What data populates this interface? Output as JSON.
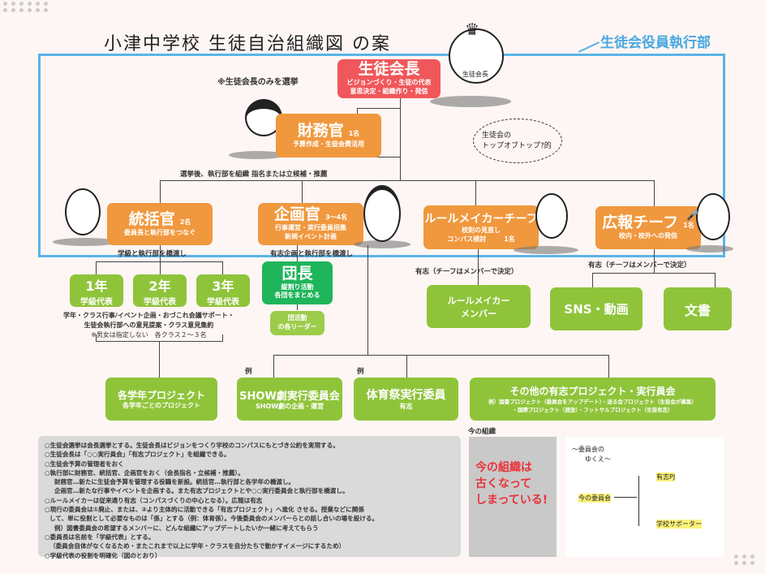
{
  "title": "小津中学校 生徒自治組織図 の案",
  "exec_label": "生徒会役員執行部",
  "election_note": "※生徒会長のみを選挙",
  "president": {
    "title": "生徒会長",
    "desc1": "ビジョンづくり・生徒の代表",
    "desc2": "意思決定・組織作り・発信",
    "badge": "生徒会長"
  },
  "speech_bubble": {
    "line1": "生徒会の",
    "line2": "トップオブトップ?的"
  },
  "treasurer": {
    "title": "財務官",
    "count": "1名",
    "desc": "予算作成・生徒会費活用"
  },
  "organize_note": "選挙後、執行部を組織 指名または立候補・推薦",
  "coordinator": {
    "title": "統括官",
    "count": "2名",
    "desc": "委員長と執行部をつなぐ",
    "bridge": "学級と執行部を橋渡し"
  },
  "planner": {
    "title": "企画官",
    "count": "3～4名",
    "desc1": "行事運営・実行委員招集",
    "desc2": "新規イベント計画",
    "bridge": "有志企画と執行部を橋渡し"
  },
  "rule_chief": {
    "title": "ルールメイカーチーフ",
    "desc1": "校則の見直し",
    "desc2": "コンパス検討",
    "count": "1名",
    "volunteer": "有志（チーフはメンバーで決定）"
  },
  "pr_chief": {
    "title": "広報チーフ",
    "count": "1名",
    "desc": "校内・校外への発信",
    "volunteer": "有志（チーフはメンバーで決定）"
  },
  "grades": [
    {
      "year": "1年",
      "label": "学級代表"
    },
    {
      "year": "2年",
      "label": "学級代表"
    },
    {
      "year": "3年",
      "label": "学級代表"
    }
  ],
  "grade_note": {
    "line1": "学年・クラス行事/イベント企画・おづこれ会議サポート・",
    "line2": "生徒会執行部への意見提案・クラス意見集約",
    "line3": "※男女は指定しない　各クラス２～３名"
  },
  "leader": {
    "title": "団長",
    "desc1": "縦割り活動",
    "desc2": "各団をまとめる"
  },
  "team_leaders": {
    "line1": "団活動",
    "line2": "の各リーダー"
  },
  "rule_members": {
    "line1": "ルールメイカー",
    "line2": "メンバー"
  },
  "sns": "SNS・動画",
  "documents": "文書",
  "example_label": "例",
  "grade_project": {
    "title": "各学年プロジェクト",
    "desc": "各学年ごとのプロジェクト"
  },
  "show_committee": {
    "title": "SHOW劇実行委員会",
    "desc": "SHOW劇の企画・運営"
  },
  "sports_committee": {
    "title": "体育祭実行委員",
    "desc": "有志"
  },
  "other_projects": {
    "title": "その他の有志プロジェクト・実行員会",
    "desc1": "例）図書プロジェクト（委員会をアップデート）・送る会プロジェクト（生徒会が募集）",
    "desc2": "・国際プロジェクト（週放）・フットサルプロジェクト（生徒有志）"
  },
  "notes": [
    "○生徒会選挙は会長選挙とする。生徒会長はビジョンをつくり学校のコンパスにもとづき公約を実現する。",
    "○生徒会長は「○○実行員会」「有志プロジェクト」を組織できる。",
    "○生徒会予算の管理者をおく",
    "○執行部に財務官、統括官、企画官をおく（会長指名・立候補・推薦）。",
    "財務官…新たに生徒会予算を管理する役職を新設。統括官…執行部と各学年の橋渡し。",
    "企画官…新たな行事やイベントを企画する。また有志プロジェクトとや○○実行委員会と執行部を橋渡し。",
    "○ルールメイカーは従来通り有志（コンパスづくりの中心となる）。広報は有志",
    "○現行の委員会は①廃止、または、②より主体的に活動できる「有志プロジェクト」へ進化 させる。授業などに関係",
    "して、単に役割として必要なものは「係」とする（例：体育係）。今後委員会のメンバーらとの話し合いの場を設ける。",
    "例）図書委員会の希望するメンバーに、どんな組織にアップデートしたいか一緒に考えてもらう",
    "○委員長は名前を「学級代表」とする。",
    "（委員会自体がなくなるため・またこれまで以上に学年・クラスを自分たちで動かすイメージにするため）",
    "○学級代表の役割を明確化（図のとおり）"
  ],
  "current_org": {
    "label": "今の組織",
    "overlay1": "今の組織は",
    "overlay2": "古くなって",
    "overlay3": "しまっている!"
  },
  "sketch": {
    "title": "～委員会の",
    "title2": "ゆくえ～",
    "current": "今の委員会",
    "branch1": "有志PJ",
    "branch2": "学校サポーター"
  },
  "colors": {
    "blue": "#5ab4e8",
    "red": "#f0575a",
    "orange": "#f0983e",
    "lime": "#8fc43a",
    "green": "#1fb55a"
  }
}
